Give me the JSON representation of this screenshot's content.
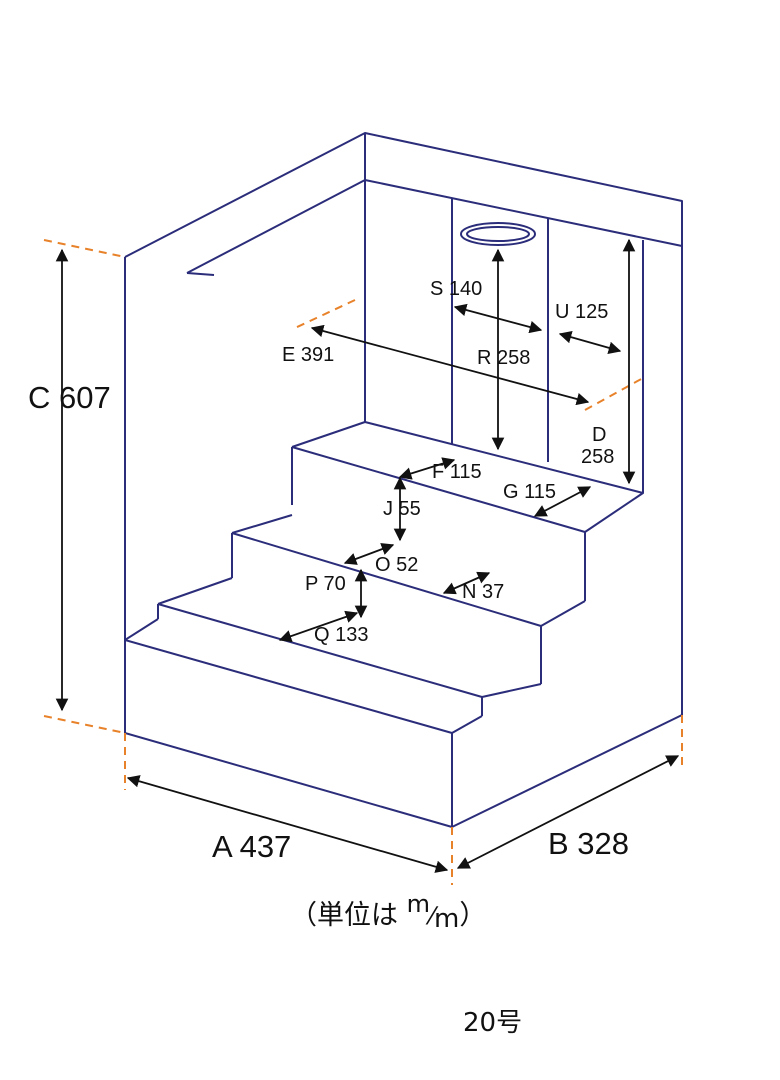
{
  "dimensions": {
    "A": "A 437",
    "B": "B 328",
    "C": "C 607",
    "D_letter": "D",
    "D_value": "258",
    "E": "E 391",
    "F": "F 115",
    "G": "G 115",
    "J": "J 55",
    "N": "N 37",
    "O": "O 52",
    "P": "P 70",
    "Q": "Q 133",
    "R": "R 258",
    "S": "S 140",
    "U": "U 125"
  },
  "units": {
    "prefix": "（単位は ",
    "numerator": "m",
    "slash": "⁄",
    "denominator": "m",
    "suffix": "）"
  },
  "model": "20号"
}
